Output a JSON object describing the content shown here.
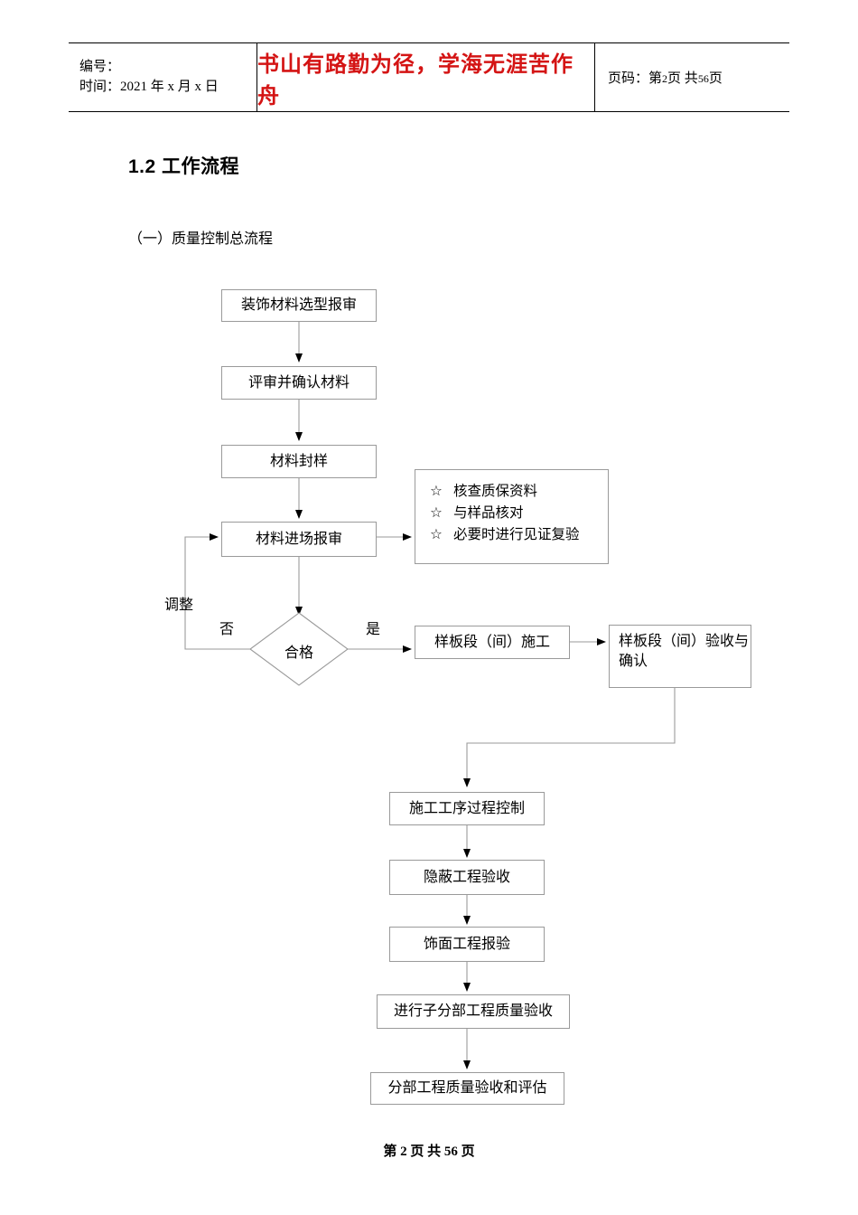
{
  "header": {
    "left": {
      "line1": "编号：",
      "line2_prefix": "时间：",
      "line2_value": "2021 年 x 月 x 日"
    },
    "center_motto": "书山有路勤为径，学海无涯苦作舟",
    "right": {
      "label": "页码：",
      "current_prefix": "第",
      "current_page": "2",
      "current_suffix": "页",
      "total_prefix": "共",
      "total_pages": "56",
      "total_suffix": "页"
    },
    "motto_color": "#d41414"
  },
  "section": {
    "number": "1.2",
    "title": "1.2 工作流程",
    "subtitle": "（一）质量控制总流程"
  },
  "flowchart": {
    "nodes": [
      {
        "id": "n1",
        "label": "装饰材料选型报审"
      },
      {
        "id": "n2",
        "label": "评审并确认材料"
      },
      {
        "id": "n3",
        "label": "材料封样"
      },
      {
        "id": "n4",
        "label": "材料进场报审"
      },
      {
        "id": "n5",
        "label": "合格"
      },
      {
        "id": "n6",
        "label": "样板段（间）施工"
      },
      {
        "id": "n7",
        "label": "样板段（间）验收与确认"
      },
      {
        "id": "n8",
        "label": "施工工序过程控制"
      },
      {
        "id": "n9",
        "label": "隐蔽工程验收"
      },
      {
        "id": "n10",
        "label": "饰面工程报验"
      },
      {
        "id": "n11",
        "label": "进行子分部工程质量验收"
      },
      {
        "id": "n12",
        "label": "分部工程质量验收和评估"
      }
    ],
    "note_box": {
      "bullet_glyph": "☆",
      "items": [
        "核查质保资料",
        "与样品核对",
        "必要时进行见证复验"
      ]
    },
    "edge_labels": {
      "adjust": "调整",
      "no": "否",
      "yes": "是"
    },
    "line_color": "#9a9a9a",
    "arrow_color": "#000000"
  },
  "footer": {
    "page_prefix": "第",
    "page_number": "2",
    "page_suffix": "页",
    "total_prefix": "共",
    "total_number": "56",
    "total_suffix": "页"
  }
}
